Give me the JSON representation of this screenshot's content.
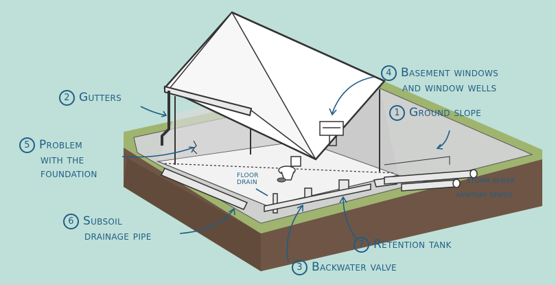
{
  "labels": {
    "ground_slope": {
      "num": "1",
      "text": "Ground slope"
    },
    "gutters": {
      "num": "2",
      "text": "Gutters"
    },
    "backwater_valve": {
      "num": "3",
      "text": "Backwater valve"
    },
    "basement_windows": {
      "num": "4",
      "line1": "Basement windows",
      "line2": "and window wells"
    },
    "foundation_problem": {
      "num": "5",
      "line1": "Problem",
      "line2": "with the",
      "line3": "foundation"
    },
    "subsoil_pipe": {
      "num": "6",
      "line1": "Subsoil",
      "line2": "drainage pipe"
    },
    "retention_tank": {
      "num": "7",
      "text": "Retention tank"
    }
  },
  "pipes": {
    "storm_sewer": "Storm sewer",
    "sanitary_sewer": "Sanitary sewer"
  },
  "floor_drain": {
    "line1": "Floor",
    "line2": "drain"
  },
  "colors": {
    "background": "#bfe0d8",
    "label_text": "#1f5d86",
    "ground": "#9fb46f",
    "soil": "#6e5545",
    "basement_floor": "#f2f2f2"
  }
}
